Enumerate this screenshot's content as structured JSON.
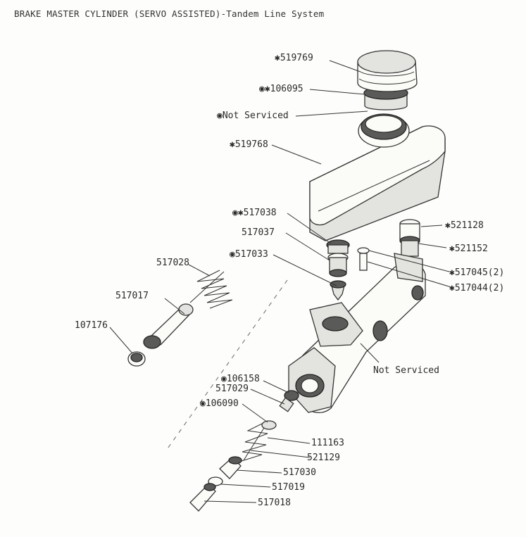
{
  "title": "BRAKE MASTER CYLINDER (SERVO ASSISTED)-Tandem Line System",
  "callouts": [
    {
      "id": "519769",
      "text": "✱519769"
    },
    {
      "id": "106095",
      "text": "◉✱106095"
    },
    {
      "id": "not-serviced-top",
      "text": "◉Not Serviced"
    },
    {
      "id": "519768",
      "text": "✱519768"
    },
    {
      "id": "517038",
      "text": "◉✱517038"
    },
    {
      "id": "517037",
      "text": "517037"
    },
    {
      "id": "517033",
      "text": "◉517033"
    },
    {
      "id": "517028",
      "text": "517028"
    },
    {
      "id": "517017",
      "text": "517017"
    },
    {
      "id": "107176",
      "text": "107176"
    },
    {
      "id": "521128",
      "text": "✱521128"
    },
    {
      "id": "521152",
      "text": "✱521152"
    },
    {
      "id": "517045",
      "text": "✱517045(2)"
    },
    {
      "id": "517044",
      "text": "✱517044(2)"
    },
    {
      "id": "not-serviced-body",
      "text": "Not Serviced"
    },
    {
      "id": "106158",
      "text": "◉106158"
    },
    {
      "id": "517029",
      "text": "517029"
    },
    {
      "id": "106090",
      "text": "◉106090"
    },
    {
      "id": "111163",
      "text": "111163"
    },
    {
      "id": "521129",
      "text": "521129"
    },
    {
      "id": "517030",
      "text": "517030"
    },
    {
      "id": "517019",
      "text": "517019"
    },
    {
      "id": "517018",
      "text": "517018"
    }
  ]
}
